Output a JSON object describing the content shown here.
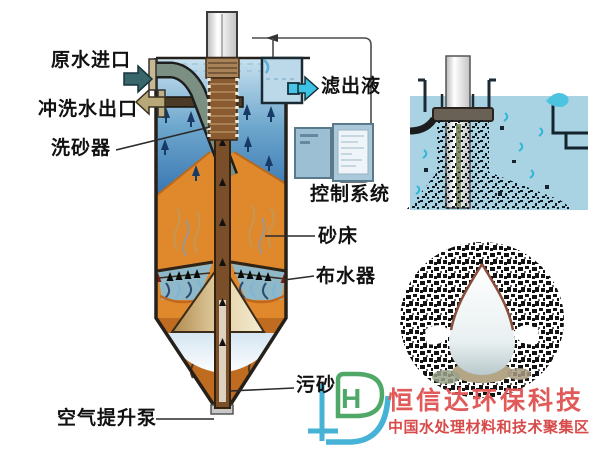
{
  "diagram": {
    "labels": {
      "raw_water_inlet": "原水进口",
      "backwash_water_outlet": "冲洗水出口",
      "sand_washer": "洗砂器",
      "filtrate": "滤出液",
      "control_system": "控制系统",
      "sand_bed": "砂床",
      "water_distributor": "布水器",
      "dirty_sand": "污砂",
      "air_lift_pump": "空气提升泵"
    },
    "colors": {
      "water_light": "#c9e2ef",
      "water_deep": "#2e6dad",
      "sand_orange": "#e0882c",
      "hopper_orange": "#bf6c20",
      "pipe_brown": "#7a4e28",
      "cone_tan": "#e8d9b0",
      "filtrate_cyan": "#3cc2e2",
      "inlet_teal": "#38666b",
      "backwash_tan": "#b8a878",
      "detail_water_blue": "#a9d3e3"
    }
  },
  "watermark": {
    "company": "恒信达环保科技",
    "tagline": "中国水处理材料和技术聚集区",
    "company_color": "#e15a5a",
    "tagline_color": "#d84a4a",
    "logo_blue": "#45b2d6",
    "logo_green": "#4fa868",
    "logo_letter": "H"
  }
}
